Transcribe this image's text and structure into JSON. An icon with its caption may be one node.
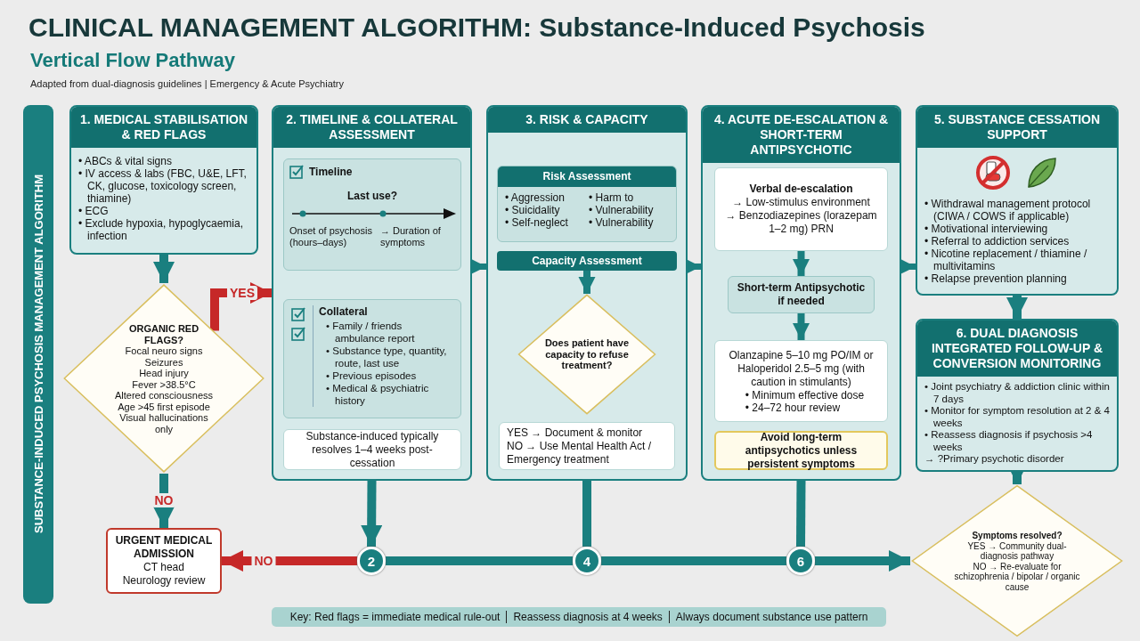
{
  "diagram": {
    "title": "CLINICAL MANAGEMENT ALGORITHM: Substance-Induced Psychosis",
    "nodes": [
      {
        "text": [
          "SUBSTANCE-INDUCED PSYCHOSIS MANAGEMENT ALGORITHM"
        ]
      },
      {
        "text": [
          "1. MEDICAL STABILISATION & RED FLAGS",
          "• ABCs & vital signs",
          "• IV access & labs (FBC, U&E, LFT, CK, glucose, toxicology screen, thiamine)",
          "• ECG",
          "• Exclude hypoxia, hypoglycaemia, infection"
        ]
      },
      {
        "text": [
          "ORGANIC RED FLAGS?",
          "Focal neuro signs",
          "Seizures",
          "Head injury",
          "Fever >38.5°C",
          "Altered consciousness",
          "Age >45 first episode",
          "Visual hallucinations only"
        ]
      },
      {
        "text": [
          "2. TIMELINE & COLLATERAL ASSESSMENT"
        ]
      },
      {
        "text": [
          "Timeline",
          "Last use?",
          "Onset of psychosis (hours–days)",
          "→ Duration of symptoms"
        ],
        "in": 3
      },
      {
        "text": [
          "Collateral",
          "• Family / friends ambulance report",
          "• Substance type, quantity, route, last use",
          "• Previous episodes",
          "• Medical & psychiatric history"
        ],
        "in": 3
      },
      {
        "text": [
          "Substance-induced typically resolves 1–4 weeks post-cessation"
        ],
        "in": 3
      },
      {
        "text": [
          "3. RISK & CAPACITY"
        ]
      },
      {
        "text": [
          "Risk Assessment",
          "• Aggression",
          "• Harm to",
          "• Suicidality",
          "• Vulnerability",
          "• Self-neglect",
          "• Vulnerability"
        ],
        "in": 7
      },
      {
        "text": [
          "Capacity Assessment"
        ],
        "in": 7
      },
      {
        "text": [
          "Does patient have capacity to refuse treatment?"
        ],
        "in": 7
      },
      {
        "text": [
          "YES → Document & monitor",
          "NO → Use Mental Health Act / Emergency treatment"
        ],
        "in": 7
      },
      {
        "text": [
          "4. ACUTE DE-ESCALATION & SHORT-TERM ANTIPSYCHOTIC"
        ]
      },
      {
        "text": [
          "Verbal de-escalation",
          "→ Low-stimulus environment",
          "→ Benzodiazepines (lorazepam 1–2 mg) PRN"
        ],
        "in": 12
      },
      {
        "text": [
          "Short-term Antipsychotic if needed"
        ],
        "in": 12
      },
      {
        "text": [
          "Olanzapine 5–10 mg PO/IM or Haloperidol 2.5–5 mg (with caution in stimulants)",
          "• Minimum effective dose",
          "• 24–72 hour review"
        ],
        "in": 12
      },
      {
        "text": [
          "Avoid long-term antipsychotics unless persistent symptoms"
        ],
        "in": 12
      },
      {
        "text": [
          "5. SUBSTANCE CESSATION SUPPORT",
          "• Withdrawal management protocol (CIWA / COWS if applicable)",
          "• Motivational interviewing",
          "• Referral to addiction services",
          "• Nicotine replacement / thiamine / multivitamins",
          "• Relapse prevention planning"
        ]
      },
      {
        "text": [
          "6. DUAL DIAGNOSIS INTEGRATED FOLLOW-UP & CONVERSION MONITORING",
          "• Joint psychiatry & addiction clinic within 7 days",
          "• Monitor for symptom resolution at 2 & 4 weeks",
          "• Reassess diagnosis if psychosis >4 weeks",
          "→ ?Primary psychotic disorder"
        ]
      },
      {
        "text": [
          "Symptoms resolved?",
          "YES → Community dual-diagnosis pathway",
          "NO → Re-evaluate for schizophrenia / bipolar / organic cause"
        ]
      },
      {
        "text": [
          "URGENT MEDICAL ADMISSION",
          "CT head",
          "Neurology review"
        ]
      },
      {
        "text": [
          "2"
        ]
      },
      {
        "text": [
          "4"
        ]
      },
      {
        "text": [
          "6"
        ]
      }
    ],
    "edges": [
      {
        "from": 1,
        "to": 2,
        "arrow": "to"
      },
      {
        "from": 2,
        "to": 3,
        "label": "YES",
        "arrow": "to",
        "color": "#c62828"
      },
      {
        "from": 2,
        "to": 20,
        "label": "NO",
        "arrow": "to"
      },
      {
        "from": 3,
        "to": 7,
        "arrow": "to"
      },
      {
        "from": 7,
        "to": 12,
        "arrow": "to"
      },
      {
        "from": 12,
        "to": 17,
        "arrow": "to"
      },
      {
        "from": 17,
        "to": 18,
        "arrow": "to"
      },
      {
        "from": 18,
        "to": 19,
        "arrow": "to"
      },
      {
        "from": 9,
        "to": 10,
        "arrow": "to"
      },
      {
        "from": 13,
        "to": 14,
        "arrow": "to"
      },
      {
        "from": 14,
        "to": 15,
        "arrow": "to"
      },
      {
        "from": 3,
        "to": 21,
        "arrow": "to"
      },
      {
        "from": 7,
        "to": 22,
        "arrow": "none"
      },
      {
        "from": 12,
        "to": 23,
        "arrow": "none"
      },
      {
        "from": 21,
        "to": 20,
        "label": "NO",
        "arrow": "to",
        "color": "#c62828"
      },
      {
        "from": 21,
        "to": 22,
        "arrow": "none"
      },
      {
        "from": 22,
        "to": 23,
        "arrow": "none"
      },
      {
        "from": 23,
        "to": 19,
        "arrow": "to"
      }
    ],
    "labels": [
      "Vertical Flow Pathway",
      "Adapted from dual-diagnosis guidelines | Emergency & Acute Psychiatry",
      "Key: Red flags = immediate medical rule-out",
      "Reassess diagnosis at 4 weeks",
      "Always document substance use pattern"
    ]
  }
}
